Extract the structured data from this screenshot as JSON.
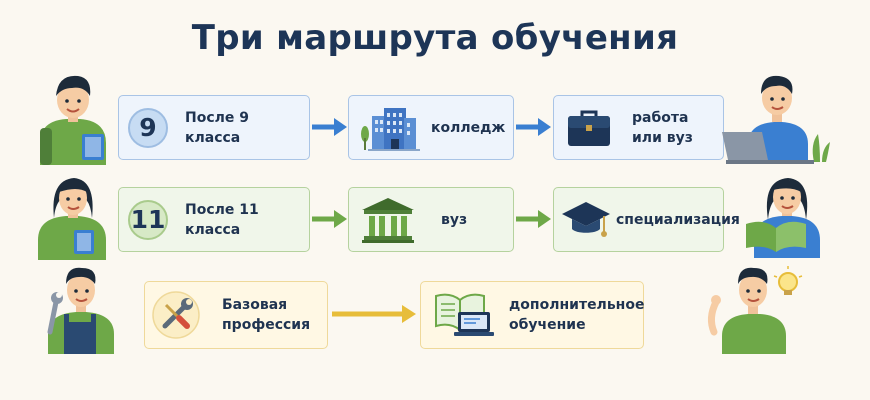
{
  "title": "Три маршрута обучения",
  "rows": [
    {
      "number": "9",
      "steps": [
        "После 9 класса",
        "колледж",
        "работа\nили вуз"
      ],
      "colors": {
        "box": "#eef4fc",
        "border": "#a9c4e6",
        "arrow": "#3a7fd1"
      }
    },
    {
      "number": "11",
      "steps": [
        "После 11 класса",
        "вуз",
        "специализация"
      ],
      "colors": {
        "box": "#f0f6ea",
        "border": "#b5d29e",
        "arrow": "#6ea848"
      }
    },
    {
      "steps": [
        "Базовая\nпрофессия",
        "дополнительное\nобучение"
      ],
      "colors": {
        "box": "#fff8e4",
        "border": "#efd99a",
        "arrow": "#e7bd3a"
      }
    }
  ],
  "icons": {
    "college": "college-building-icon",
    "briefcase": "briefcase-icon",
    "university": "university-building-icon",
    "grad_cap": "graduation-cap-icon",
    "tools": "wrench-screwdriver-icon",
    "book_laptop": "book-laptop-icon"
  }
}
